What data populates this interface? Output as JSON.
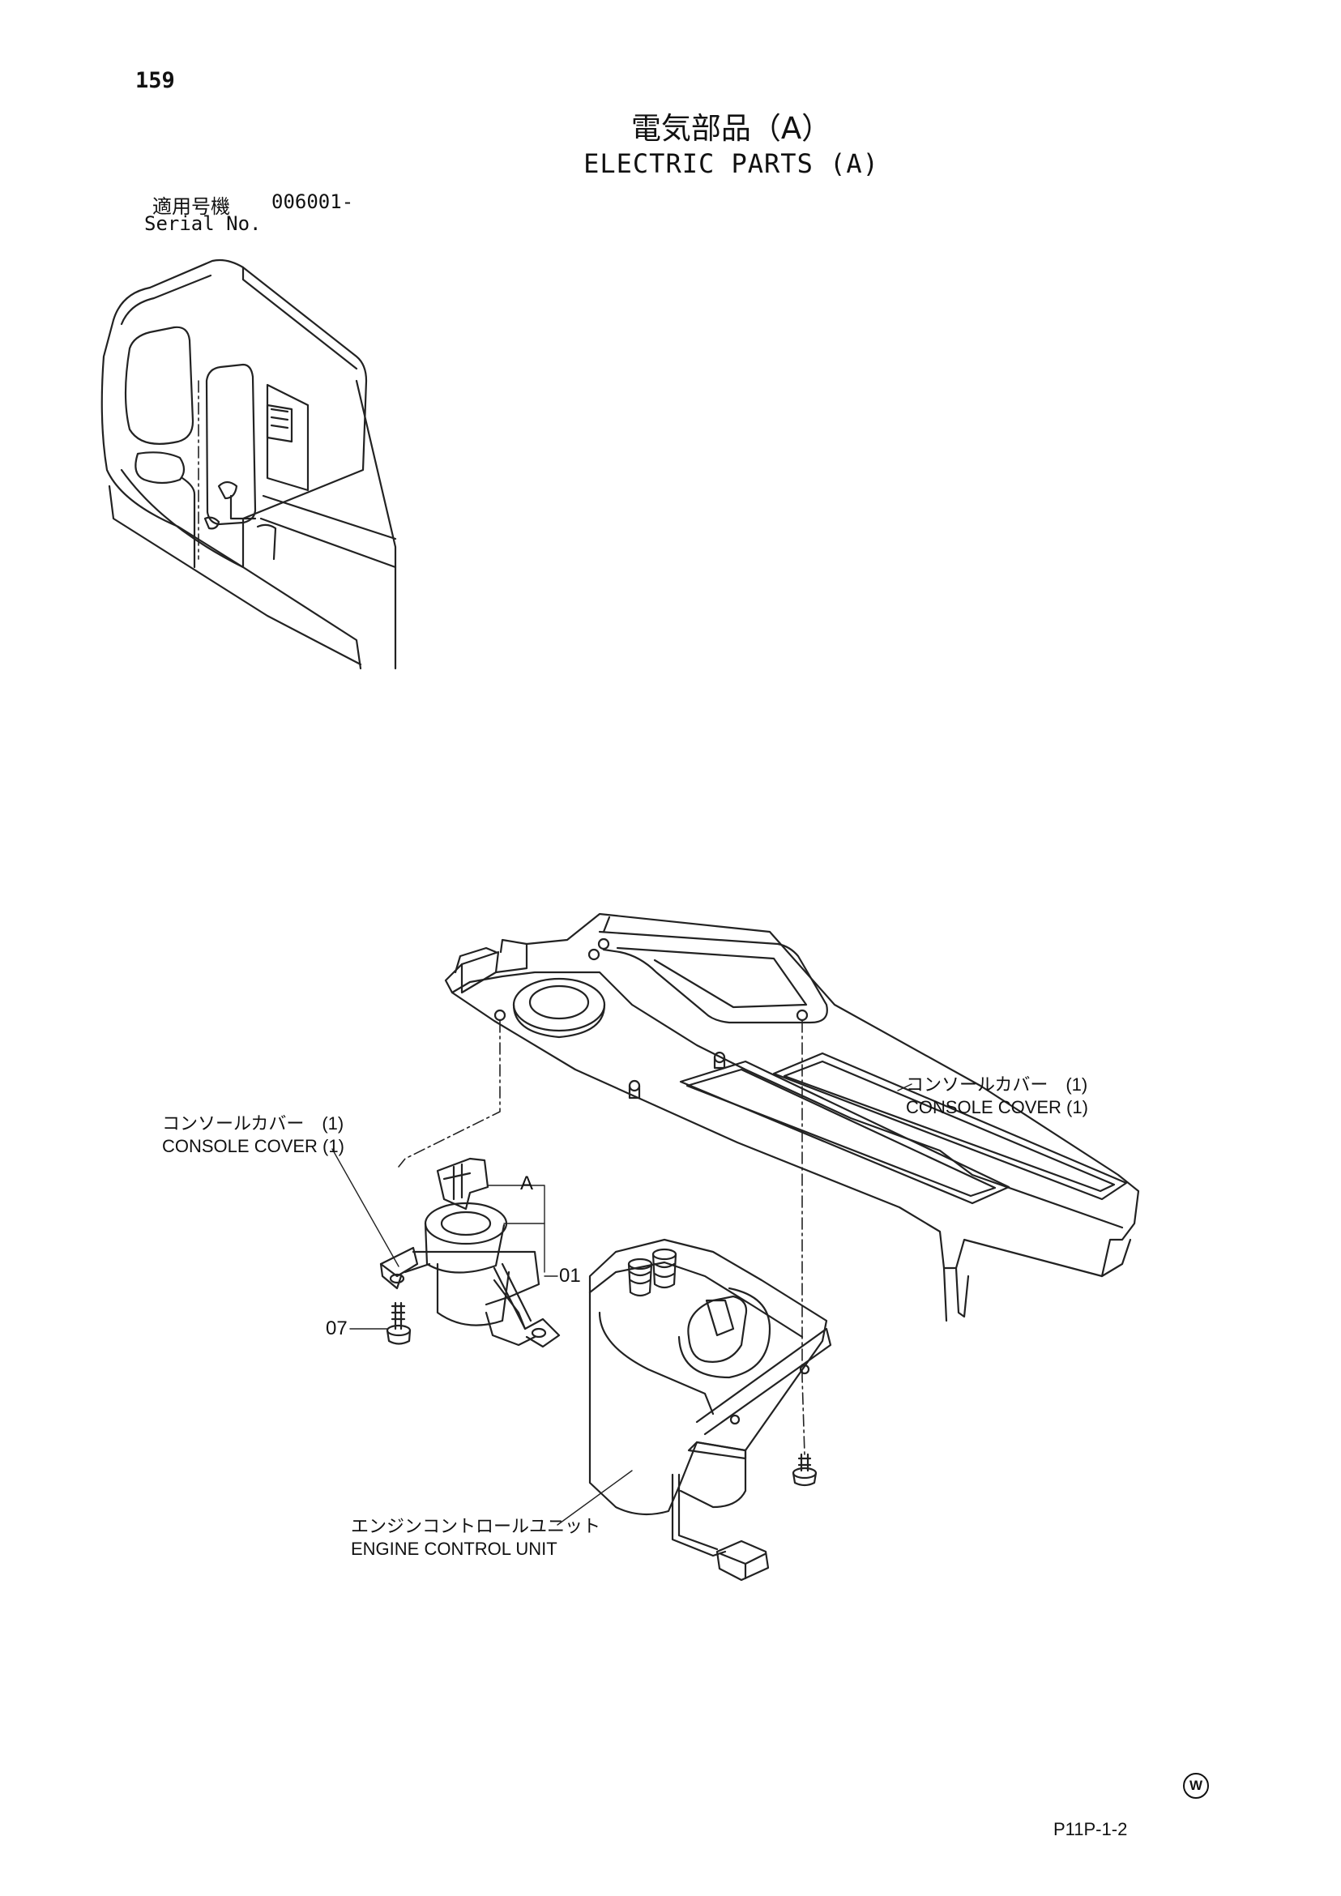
{
  "page_number": "159",
  "title_jp": "電気部品（A）",
  "title_en": "ELECTRIC PARTS (A)",
  "serial": {
    "label_jp": "適用号機",
    "value": "006001-",
    "label_en": "Serial No."
  },
  "callouts": {
    "console_cover_right_jp": "コンソールカバー　(1)",
    "console_cover_right_en": "CONSOLE COVER (1)",
    "console_cover_left_jp": "コンソールカバー　(1)",
    "console_cover_left_en": "CONSOLE COVER (1)",
    "ref_a": "A",
    "ref_01": "01",
    "ref_07": "07",
    "engine_control_jp": "エンジンコントロールユニット",
    "engine_control_en": "ENGINE CONTROL UNIT"
  },
  "footer": {
    "mark": "W",
    "code": "P11P-1-2"
  }
}
